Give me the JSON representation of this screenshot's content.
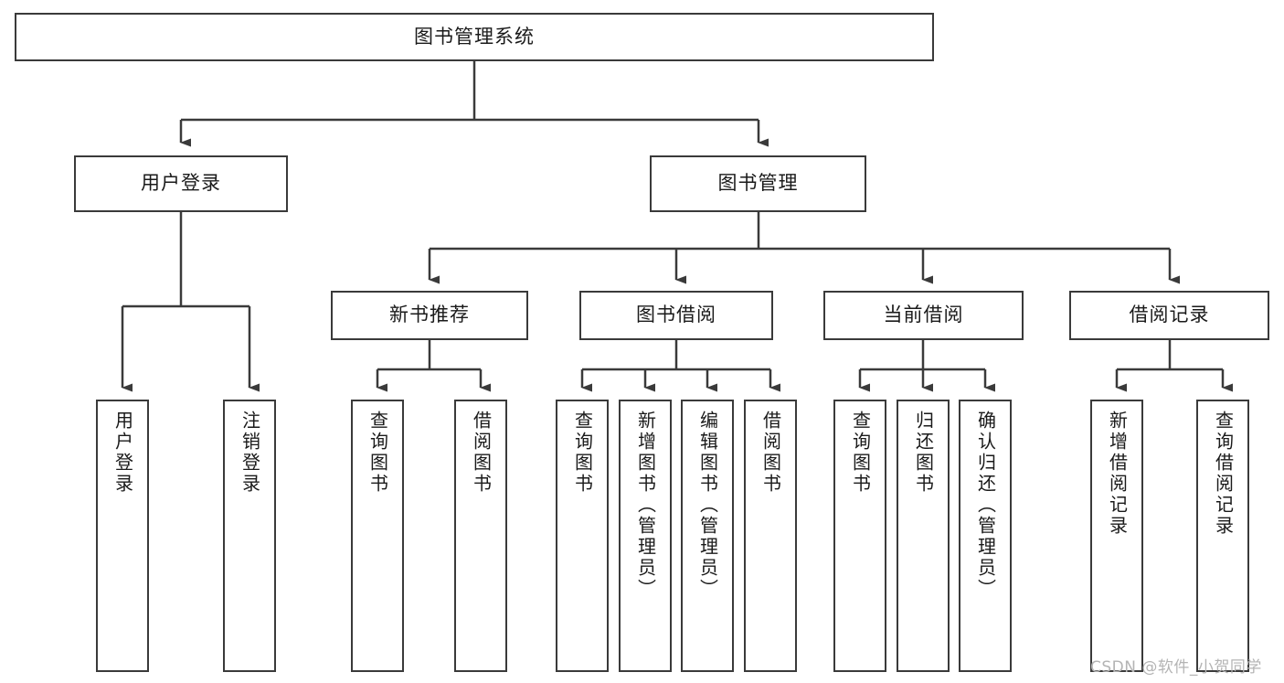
{
  "diagram": {
    "title": "图书管理系统",
    "type": "功能结构图",
    "watermark": "CSDN @软件_小贺同学",
    "colors": {
      "box_border": "#3a3a3a",
      "connector": "#3a3a3a",
      "background": "#ffffff",
      "text": "#1a1a1a",
      "watermark": "#b4b4b4"
    },
    "levels": {
      "root": {
        "label": "图书管理系统"
      },
      "level2": [
        {
          "id": "user-login",
          "label": "用户登录"
        },
        {
          "id": "book-management",
          "label": "图书管理"
        }
      ],
      "level3": [
        {
          "id": "new-book-recommend",
          "label": "新书推荐",
          "parent": "book-management"
        },
        {
          "id": "book-borrow",
          "label": "图书借阅",
          "parent": "book-management"
        },
        {
          "id": "current-borrow",
          "label": "当前借阅",
          "parent": "book-management"
        },
        {
          "id": "borrow-record",
          "label": "借阅记录",
          "parent": "book-management"
        }
      ],
      "leaves": [
        {
          "id": "leaf-user-login",
          "label": "用户登录",
          "parent": "user-login"
        },
        {
          "id": "leaf-user-logout",
          "label": "注销登录",
          "parent": "user-login"
        },
        {
          "id": "leaf-query-book-1",
          "label": "查询图书",
          "parent": "new-book-recommend"
        },
        {
          "id": "leaf-borrow-book-1",
          "label": "借阅图书",
          "parent": "new-book-recommend"
        },
        {
          "id": "leaf-query-book-2",
          "label": "查询图书",
          "parent": "book-borrow"
        },
        {
          "id": "leaf-add-book",
          "label": "新增图书（管理员）",
          "parent": "book-borrow"
        },
        {
          "id": "leaf-edit-book",
          "label": "编辑图书（管理员）",
          "parent": "book-borrow"
        },
        {
          "id": "leaf-borrow-book-2",
          "label": "借阅图书",
          "parent": "book-borrow"
        },
        {
          "id": "leaf-query-book-3",
          "label": "查询图书",
          "parent": "current-borrow"
        },
        {
          "id": "leaf-return-book",
          "label": "归还图书",
          "parent": "current-borrow"
        },
        {
          "id": "leaf-confirm-return",
          "label": "确认归还（管理员）",
          "parent": "current-borrow"
        },
        {
          "id": "leaf-add-record",
          "label": "新增借阅记录",
          "parent": "borrow-record"
        },
        {
          "id": "leaf-query-record",
          "label": "查询借阅记录",
          "parent": "borrow-record"
        }
      ]
    }
  }
}
